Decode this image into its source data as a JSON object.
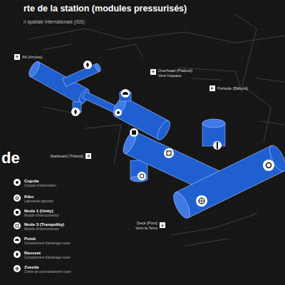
{
  "diagram": {
    "title": "rte de la station (modules pressurisés)",
    "labels": [
      "n spatiale Internationale (ISS)",
      "Aft (Arrière)",
      "Overhead (Plafond)",
      "Vers l'espace",
      "Portside (Bâbord)",
      "Starboard (Tribord)",
      "Deck (Pont)",
      "Vers la Terre",
      "de",
      "Coupole d'observation",
      "Laboratoire japonais",
      "Module d'interconnexion",
      "Module d'interconnexion",
      "Compartiment d'amarrage russe",
      "Compartiment d'amarrage russe",
      "Centre de commandement russe"
    ],
    "legend": [
      {
        "text": "Cupola"
      },
      {
        "text": "Kibo"
      },
      {
        "text": "Node 1 (Unity)"
      },
      {
        "text": "Node 3 (Tranquility)"
      },
      {
        "text": "Poisk"
      },
      {
        "text": "Rassvet"
      },
      {
        "text": "Zvezda"
      }
    ]
  }
}
